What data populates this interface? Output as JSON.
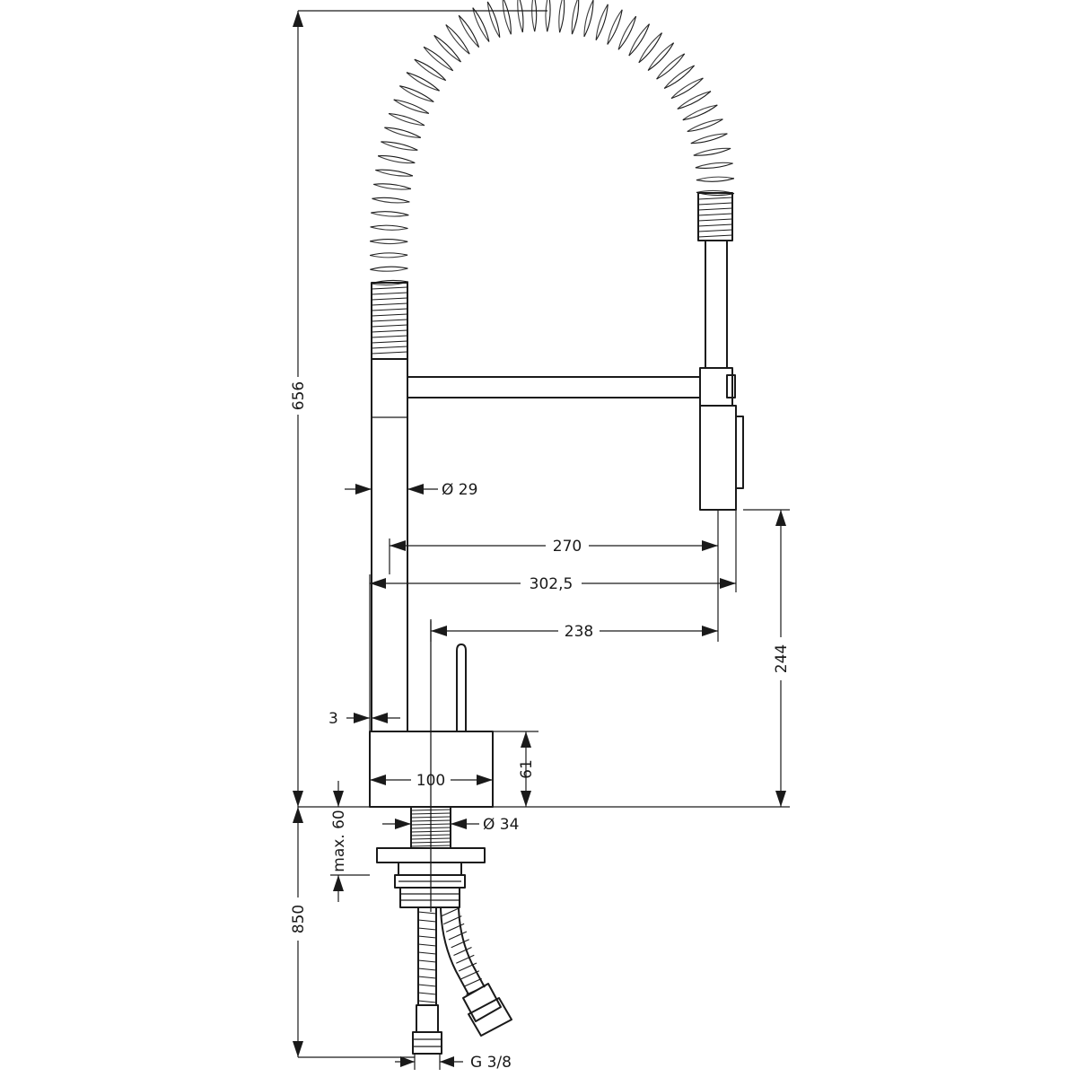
{
  "dimensions": {
    "height_above_deck": "656",
    "depth_below_deck": "850",
    "spout_diameter": "Ø 29",
    "reach_spout": "270",
    "reach_overall": "302,5",
    "reach_from_center": "238",
    "spout_height": "244",
    "wall_offset": "3",
    "base_width": "100",
    "base_height": "61",
    "max_deck_thickness": "max. 60",
    "shank_diameter": "Ø 34",
    "connection_thread": "G 3/8"
  }
}
